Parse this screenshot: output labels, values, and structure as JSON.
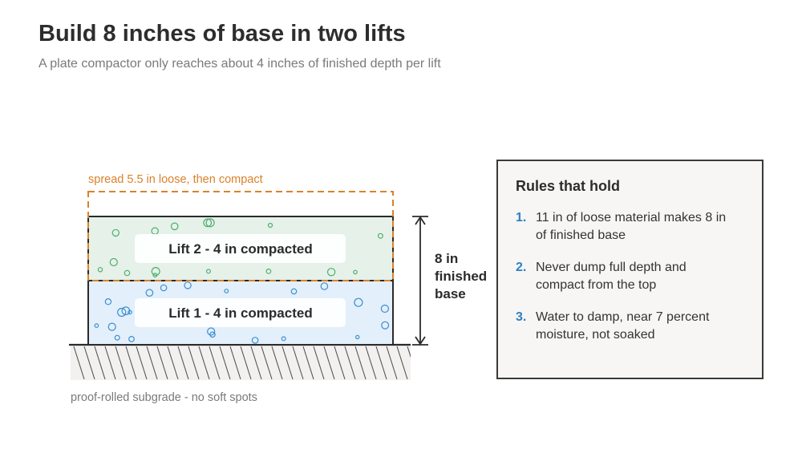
{
  "header": {
    "title": "Build 8 inches of base in two lifts",
    "subtitle": "A plate compactor only reaches about 4 inches of finished depth per lift"
  },
  "diagram": {
    "loose_label": "spread 5.5 in loose, then compact",
    "lift2_label": "Lift 2 - 4 in compacted",
    "lift1_label": "Lift 1 - 4 in compacted",
    "dimension_lines": [
      "8 in",
      "finished",
      "base"
    ],
    "subgrade_label": "proof-rolled subgrade - no soft spots"
  },
  "rules": {
    "heading": "Rules that hold",
    "items": [
      {
        "number": "1.",
        "text": "11 in of loose material makes 8 in of finished base"
      },
      {
        "number": "2.",
        "text": "Never dump full depth and compact from the top"
      },
      {
        "number": "3.",
        "text": "Water to damp, near 7 percent moisture, not soaked"
      }
    ]
  },
  "colors": {
    "lift2_fill": "#e6f1e9",
    "lift2_dots": "#4caf6e",
    "lift1_fill": "#e3effa",
    "lift1_dots": "#3b8fd1",
    "loose_outline": "#d9822b",
    "subgrade_fill": "#f2f1ef",
    "accent_number": "#2f7fc1"
  }
}
